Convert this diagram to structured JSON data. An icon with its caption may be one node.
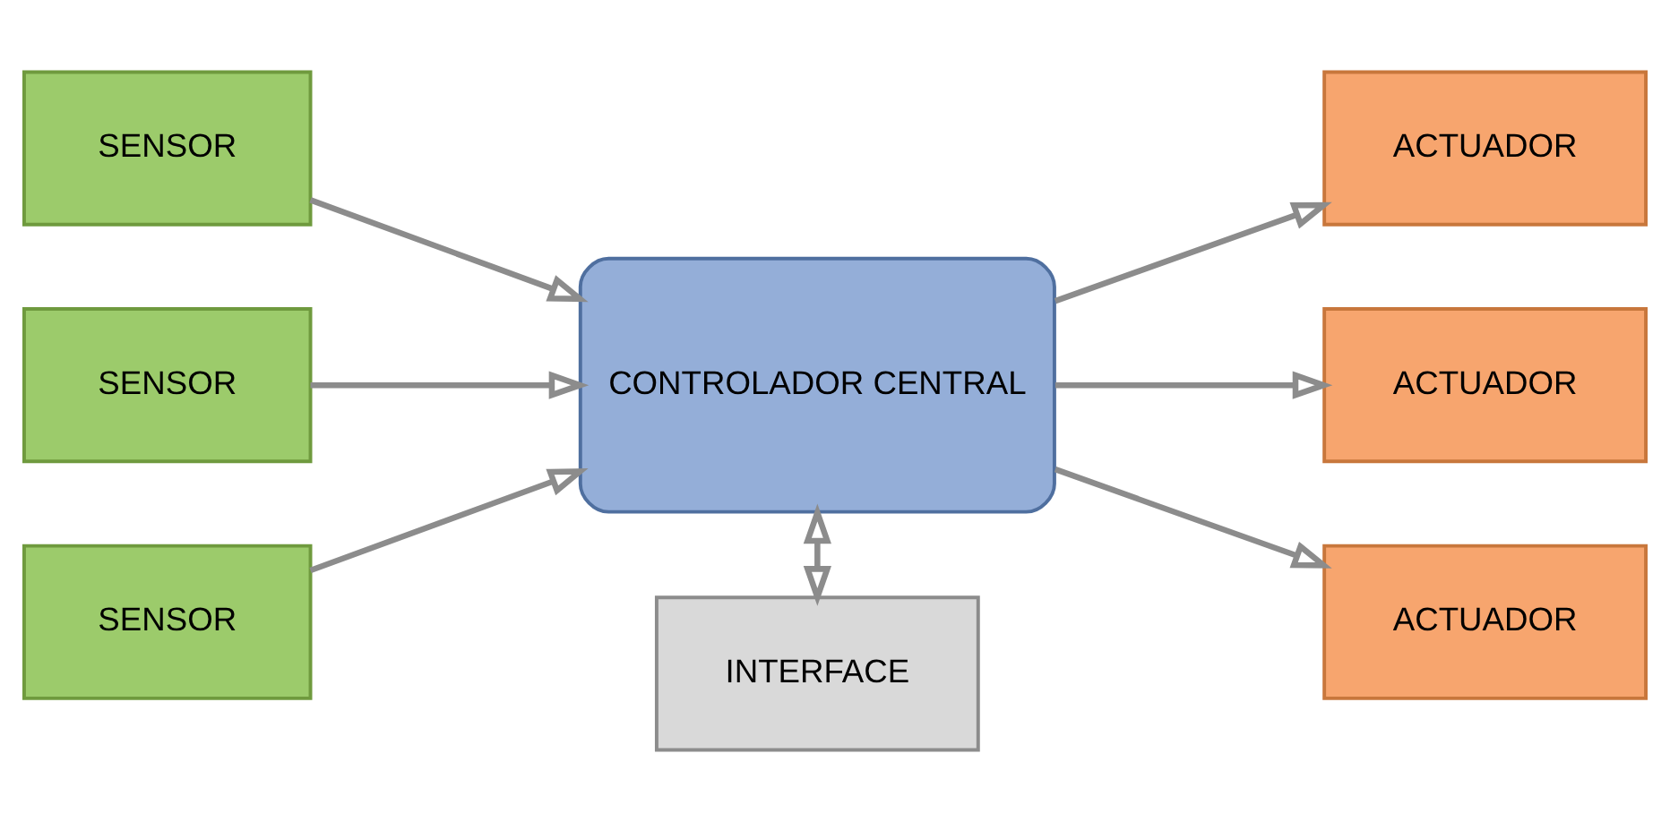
{
  "diagram": {
    "nodes": [
      {
        "text": [
          "SENSOR"
        ]
      },
      {
        "text": [
          "SENSOR"
        ]
      },
      {
        "text": [
          "SENSOR"
        ]
      },
      {
        "text": [
          "CONTROLADOR CENTRAL"
        ]
      },
      {
        "text": [
          "ACTUADOR"
        ]
      },
      {
        "text": [
          "ACTUADOR"
        ]
      },
      {
        "text": [
          "ACTUADOR"
        ]
      },
      {
        "text": [
          "INTERFACE"
        ]
      }
    ],
    "edges": [
      {
        "from": 0,
        "to": 3,
        "arrow": "to"
      },
      {
        "from": 1,
        "to": 3,
        "arrow": "to"
      },
      {
        "from": 2,
        "to": 3,
        "arrow": "to"
      },
      {
        "from": 3,
        "to": 4,
        "arrow": "to"
      },
      {
        "from": 3,
        "to": 5,
        "arrow": "to"
      },
      {
        "from": 3,
        "to": 6,
        "arrow": "to"
      },
      {
        "from": 3,
        "to": 7,
        "arrow": "both"
      }
    ]
  }
}
